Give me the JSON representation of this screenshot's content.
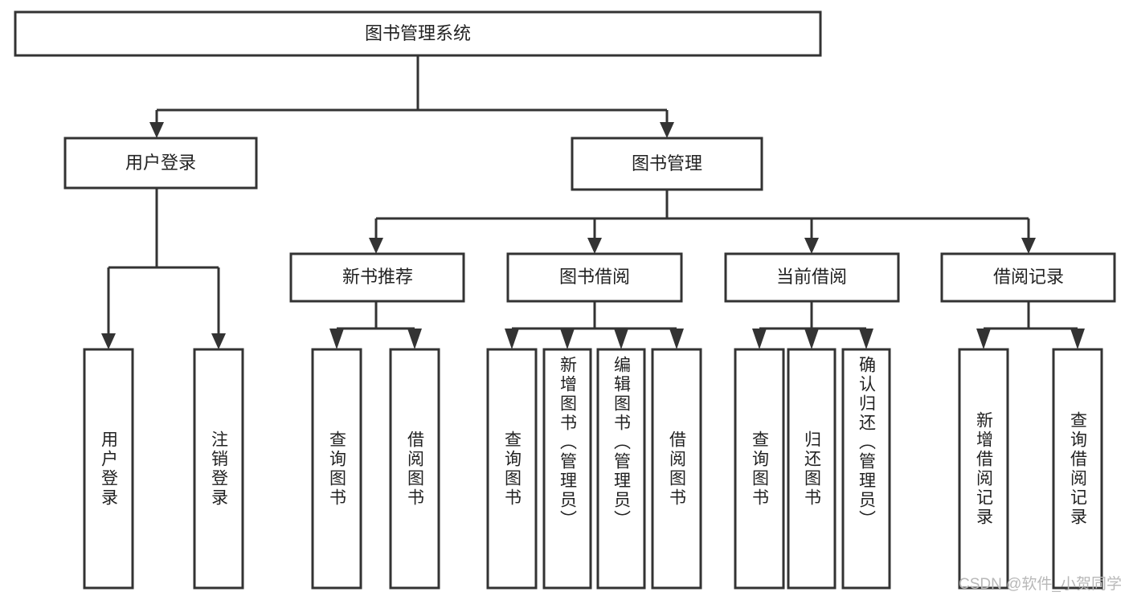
{
  "diagram": {
    "title": "图书管理系统",
    "type": "function-structure-tree",
    "root": {
      "id": "root",
      "label": "图书管理系统",
      "orientation": "horizontal"
    },
    "level1": [
      {
        "id": "user-login",
        "label": "用户登录",
        "orientation": "horizontal"
      },
      {
        "id": "book-management",
        "label": "图书管理",
        "orientation": "horizontal"
      }
    ],
    "level2": [
      {
        "id": "new-book-recommend",
        "label": "新书推荐",
        "parent": "book-management",
        "orientation": "horizontal"
      },
      {
        "id": "book-borrow",
        "label": "图书借阅",
        "parent": "book-management",
        "orientation": "horizontal"
      },
      {
        "id": "current-borrow",
        "label": "当前借阅",
        "parent": "book-management",
        "orientation": "horizontal"
      },
      {
        "id": "borrow-record",
        "label": "借阅记录",
        "parent": "book-management",
        "orientation": "horizontal"
      }
    ],
    "leaves": [
      {
        "id": "leaf-user-login",
        "label": "用户登录",
        "parent": "user-login",
        "orientation": "vertical"
      },
      {
        "id": "leaf-logout",
        "label": "注销登录",
        "parent": "user-login",
        "orientation": "vertical"
      },
      {
        "id": "leaf-query-book-1",
        "label": "查询图书",
        "parent": "new-book-recommend",
        "orientation": "vertical"
      },
      {
        "id": "leaf-borrow-book-1",
        "label": "借阅图书",
        "parent": "new-book-recommend",
        "orientation": "vertical"
      },
      {
        "id": "leaf-query-book-2",
        "label": "查询图书",
        "parent": "book-borrow",
        "orientation": "vertical"
      },
      {
        "id": "leaf-add-book",
        "label": "新增图书（管理员）",
        "parent": "book-borrow",
        "orientation": "vertical"
      },
      {
        "id": "leaf-edit-book",
        "label": "编辑图书（管理员）",
        "parent": "book-borrow",
        "orientation": "vertical"
      },
      {
        "id": "leaf-borrow-book-2",
        "label": "借阅图书",
        "parent": "book-borrow",
        "orientation": "vertical"
      },
      {
        "id": "leaf-query-book-3",
        "label": "查询图书",
        "parent": "current-borrow",
        "orientation": "vertical"
      },
      {
        "id": "leaf-return-book",
        "label": "归还图书",
        "parent": "current-borrow",
        "orientation": "vertical"
      },
      {
        "id": "leaf-confirm-return",
        "label": "确认归还（管理员）",
        "parent": "current-borrow",
        "orientation": "vertical"
      },
      {
        "id": "leaf-add-record",
        "label": "新增借阅记录",
        "parent": "borrow-record",
        "orientation": "vertical"
      },
      {
        "id": "leaf-query-record",
        "label": "查询借阅记录",
        "parent": "borrow-record",
        "orientation": "vertical"
      }
    ]
  },
  "watermark": {
    "text": "CSDN @软件_小贺同学"
  },
  "colors": {
    "stroke": "#333333",
    "box_fill": "#ffffff",
    "text": "#222222",
    "watermark": "#b8b8b8",
    "background": "#ffffff"
  }
}
